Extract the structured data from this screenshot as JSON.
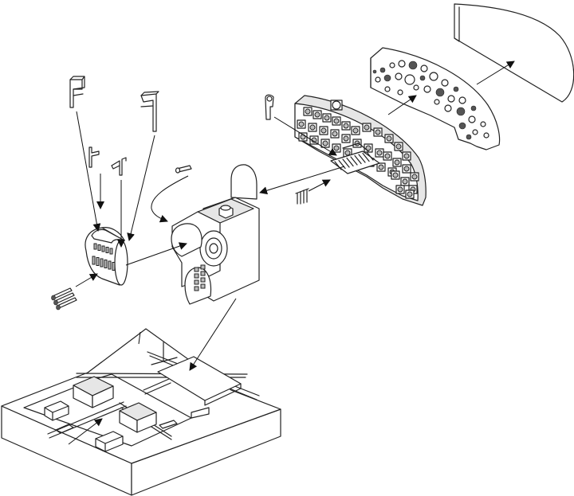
{
  "diagram": {
    "type": "exploded assembly",
    "colors": {
      "line": "#222222",
      "shade": "#e6e6e6",
      "dark": "#bdbdbd",
      "arrow": "#111111"
    },
    "parts": [
      "glare-shield",
      "instrument-panel-front",
      "instrument-panel-rear",
      "control-lever",
      "switch-strips",
      "throttle-rods",
      "pedestal-console",
      "pedal-bar-part-a",
      "pedal-bar-part-b",
      "pedal-bar-part-c",
      "pedal-bar-part-d",
      "rudder-pedal-drum",
      "pedal-pins",
      "pin-part",
      "cockpit-floor"
    ]
  }
}
